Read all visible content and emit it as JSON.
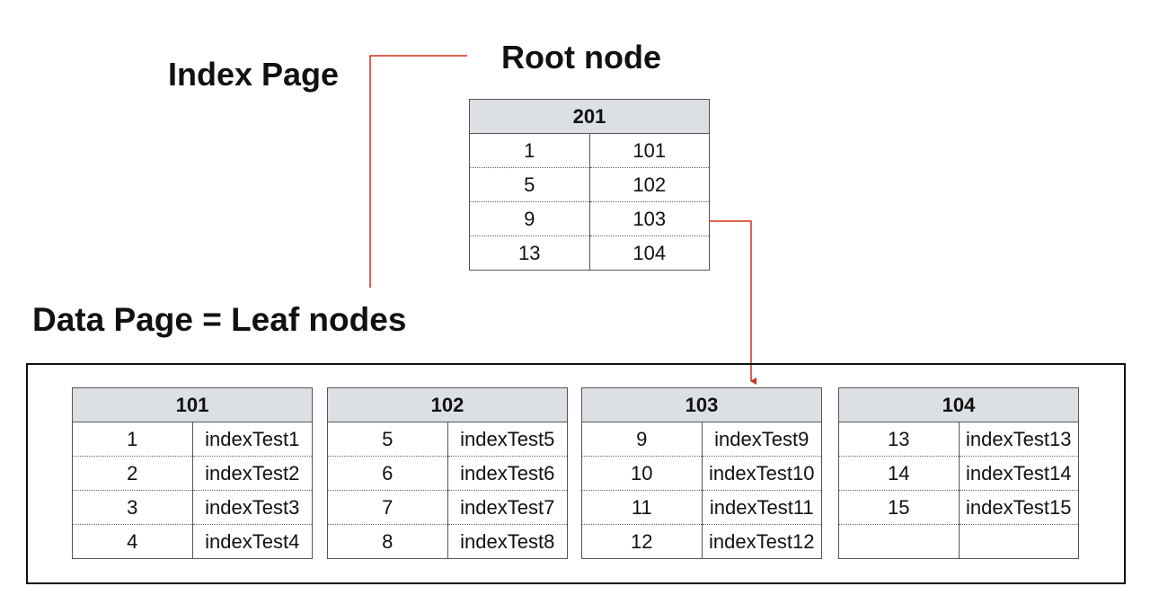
{
  "labels": {
    "index_page": "Index Page",
    "root_node": "Root node",
    "data_page": "Data Page = Leaf nodes"
  },
  "colors": {
    "connector": "#d0321e",
    "header_fill": "#dcdfe3",
    "frame": "#111111"
  },
  "root": {
    "header": "201",
    "rows": [
      [
        "1",
        "101"
      ],
      [
        "5",
        "102"
      ],
      [
        "9",
        "103"
      ],
      [
        "13",
        "104"
      ]
    ]
  },
  "leaves": [
    {
      "header": "101",
      "rows": [
        [
          "1",
          "indexTest1"
        ],
        [
          "2",
          "indexTest2"
        ],
        [
          "3",
          "indexTest3"
        ],
        [
          "4",
          "indexTest4"
        ]
      ]
    },
    {
      "header": "102",
      "rows": [
        [
          "5",
          "indexTest5"
        ],
        [
          "6",
          "indexTest6"
        ],
        [
          "7",
          "indexTest7"
        ],
        [
          "8",
          "indexTest8"
        ]
      ]
    },
    {
      "header": "103",
      "rows": [
        [
          "9",
          "indexTest9"
        ],
        [
          "10",
          "indexTest10"
        ],
        [
          "11",
          "indexTest11"
        ],
        [
          "12",
          "indexTest12"
        ]
      ]
    },
    {
      "header": "104",
      "rows": [
        [
          "13",
          "indexTest13"
        ],
        [
          "14",
          "indexTest14"
        ],
        [
          "15",
          "indexTest15"
        ],
        [
          "",
          ""
        ]
      ]
    }
  ]
}
